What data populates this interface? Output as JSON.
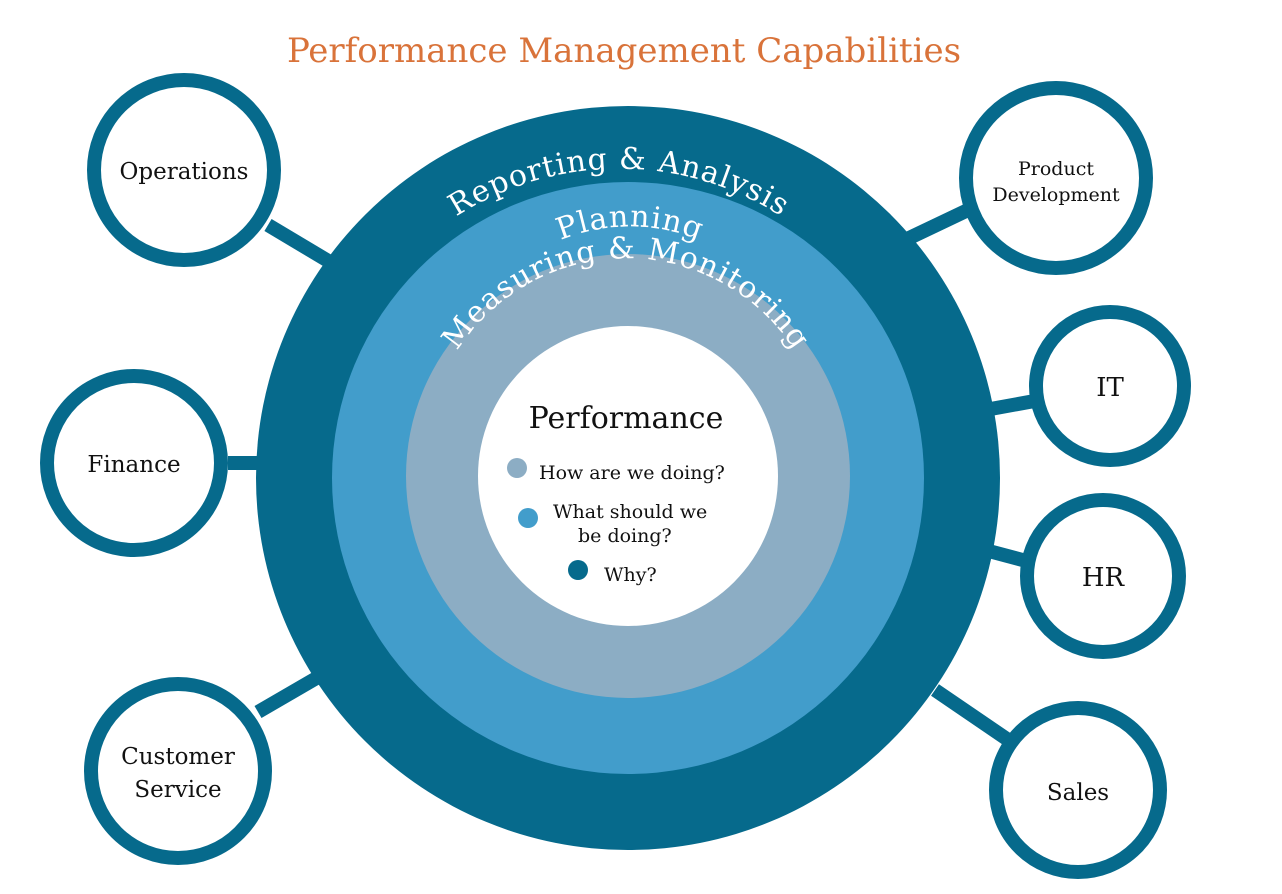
{
  "title": "Performance Management Capabilities",
  "colors": {
    "title": "#d9733a",
    "ring_outer": "#066a8c",
    "ring_middle": "#429dcb",
    "ring_inner": "#8cadc4",
    "node_stroke": "#066a8c",
    "text_dark": "#111111",
    "text_light": "#ffffff"
  },
  "rings": {
    "outer": "Reporting & Analysis",
    "middle": "Planning",
    "inner": "Measuring & Monitoring"
  },
  "core": {
    "title": "Performance",
    "items": [
      {
        "text": "How are we doing?",
        "color": "#8cadc4"
      },
      {
        "text_line1": "What should we",
        "text_line2": "be doing?",
        "color": "#429dcb"
      },
      {
        "text": "Why?",
        "color": "#066a8c"
      }
    ]
  },
  "departments": {
    "operations": "Operations",
    "finance": "Finance",
    "customer_service_line1": "Customer",
    "customer_service_line2": "Service",
    "product_development_line1": "Product",
    "product_development_line2": "Development",
    "it": "IT",
    "hr": "HR",
    "sales": "Sales"
  }
}
